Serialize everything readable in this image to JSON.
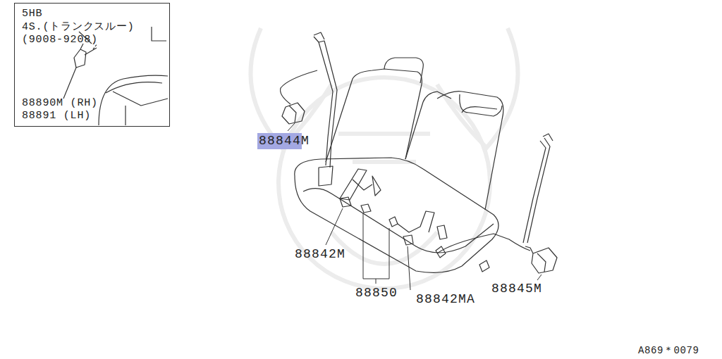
{
  "diagram": {
    "nodes": [
      {
        "text": [
          "5HB",
          "4S.(トランクスルー)",
          "(9008-9208)",
          "88890M (RH)",
          "88891 (LH)"
        ]
      }
    ],
    "labels": [
      "88844M",
      "88842M",
      "88850",
      "88842MA",
      "88845M",
      "A869＊0079"
    ]
  }
}
